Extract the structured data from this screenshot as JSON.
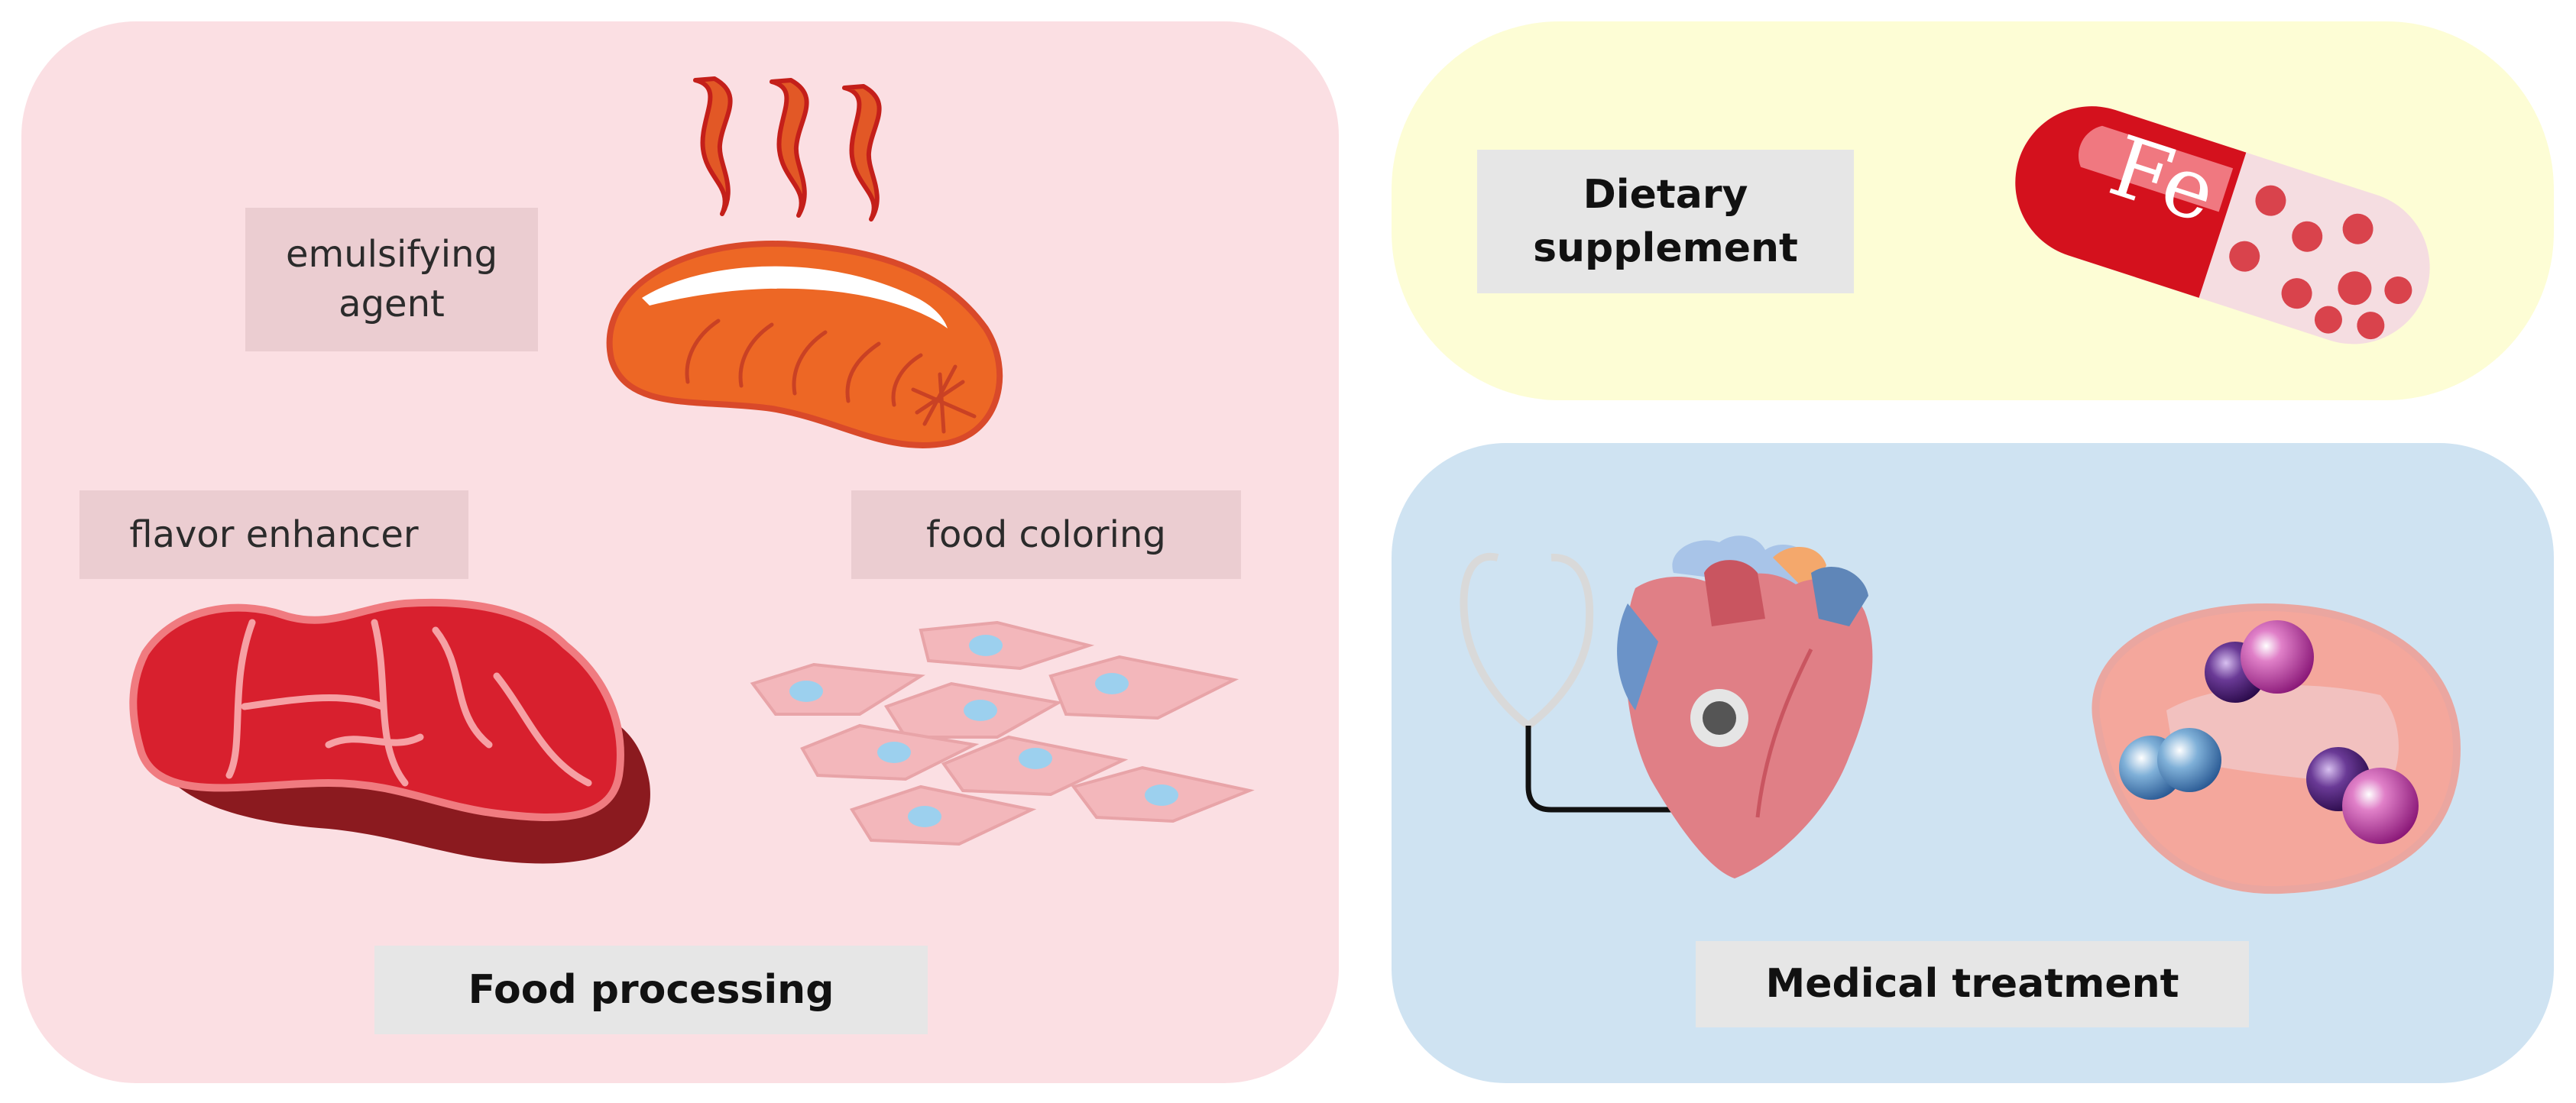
{
  "food_processing": {
    "title": "Food processing",
    "labels": {
      "emulsifying": "emulsifying\nagent",
      "flavor": "flavor enhancer",
      "coloring": "food coloring"
    }
  },
  "dietary": {
    "title": "Dietary\nsupplement",
    "capsule_text": "Fe"
  },
  "medical": {
    "title": "Medical treatment"
  },
  "colors": {
    "food_panel": "#fbdfe3",
    "dietary_panel": "#fdfdd5",
    "medical_panel": "#cfe3f2"
  }
}
